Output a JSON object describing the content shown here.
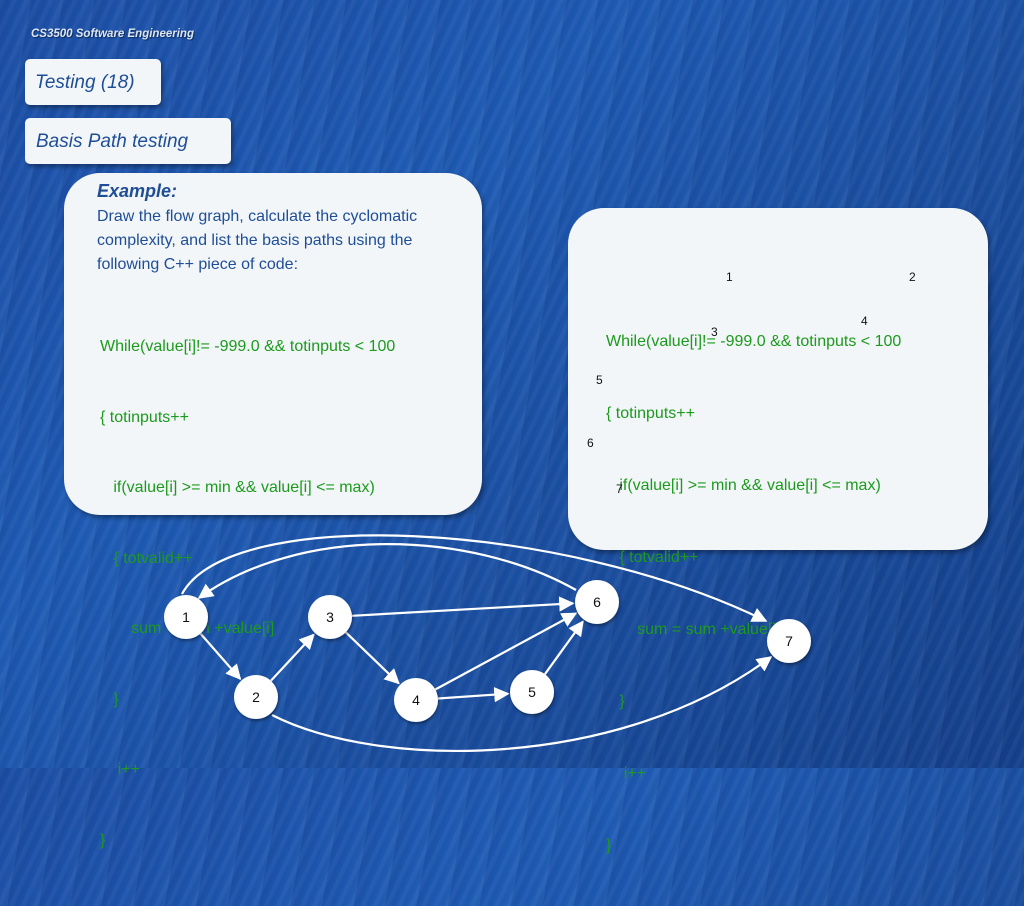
{
  "header": {
    "course": "CS3500 Software Engineering"
  },
  "title": "Testing (18)",
  "subtitle": "Basis Path testing",
  "example": {
    "heading": "Example:",
    "description_lines": [
      "Draw the flow graph, calculate the cyclomatic",
      "complexity, and list the basis paths  using the",
      "following C++ piece of code:"
    ]
  },
  "code_lines": [
    "While(value[i]!= -999.0 && totinputs < 100",
    "{ totinputs++",
    "   if(value[i] >= min && value[i] <= max)",
    "   { totvalid++",
    "       sum = sum +value[i]",
    "   }",
    "    i++",
    "}"
  ],
  "annotations": [
    "1",
    "2",
    "3",
    "4",
    "5",
    "6",
    "7"
  ],
  "graph": {
    "nodes": [
      {
        "id": "1",
        "label": "1"
      },
      {
        "id": "2",
        "label": "2"
      },
      {
        "id": "3",
        "label": "3"
      },
      {
        "id": "4",
        "label": "4"
      },
      {
        "id": "5",
        "label": "5"
      },
      {
        "id": "6",
        "label": "6"
      },
      {
        "id": "7",
        "label": "7"
      }
    ],
    "edges": [
      {
        "from": "1",
        "to": "2"
      },
      {
        "from": "1",
        "to": "7"
      },
      {
        "from": "2",
        "to": "3"
      },
      {
        "from": "2",
        "to": "7"
      },
      {
        "from": "3",
        "to": "4"
      },
      {
        "from": "3",
        "to": "6"
      },
      {
        "from": "4",
        "to": "5"
      },
      {
        "from": "4",
        "to": "6"
      },
      {
        "from": "5",
        "to": "6"
      },
      {
        "from": "6",
        "to": "1"
      }
    ]
  }
}
